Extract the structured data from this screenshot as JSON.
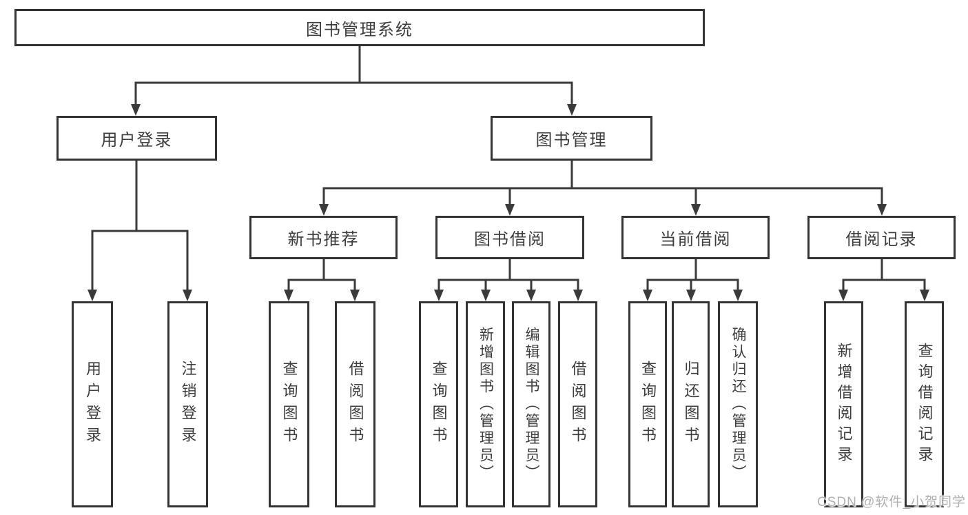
{
  "colors": {
    "background": "#ffffff",
    "line": "#3a3a3a",
    "box_border": "#333333",
    "text": "#3d3d3d",
    "watermark": "#b0b0b0"
  },
  "tree": {
    "root": {
      "label": "图书管理系统"
    },
    "children": [
      {
        "label": "用户登录",
        "leaves": [
          "用户登录",
          "注销登录"
        ]
      },
      {
        "label": "图书管理",
        "groups": [
          {
            "label": "新书推荐",
            "leaves": [
              "查询图书",
              "借阅图书"
            ]
          },
          {
            "label": "图书借阅",
            "leaves": [
              "查询图书",
              "新增图书（管理员）",
              "编辑图书（管理员）",
              "借阅图书"
            ]
          },
          {
            "label": "当前借阅",
            "leaves": [
              "查询图书",
              "归还图书",
              "确认归还（管理员）"
            ]
          },
          {
            "label": "借阅记录",
            "leaves": [
              "新增借阅记录",
              "查询借阅记录"
            ]
          }
        ]
      }
    ]
  },
  "watermark": {
    "text": "CSDN @软件_小贺同学"
  }
}
